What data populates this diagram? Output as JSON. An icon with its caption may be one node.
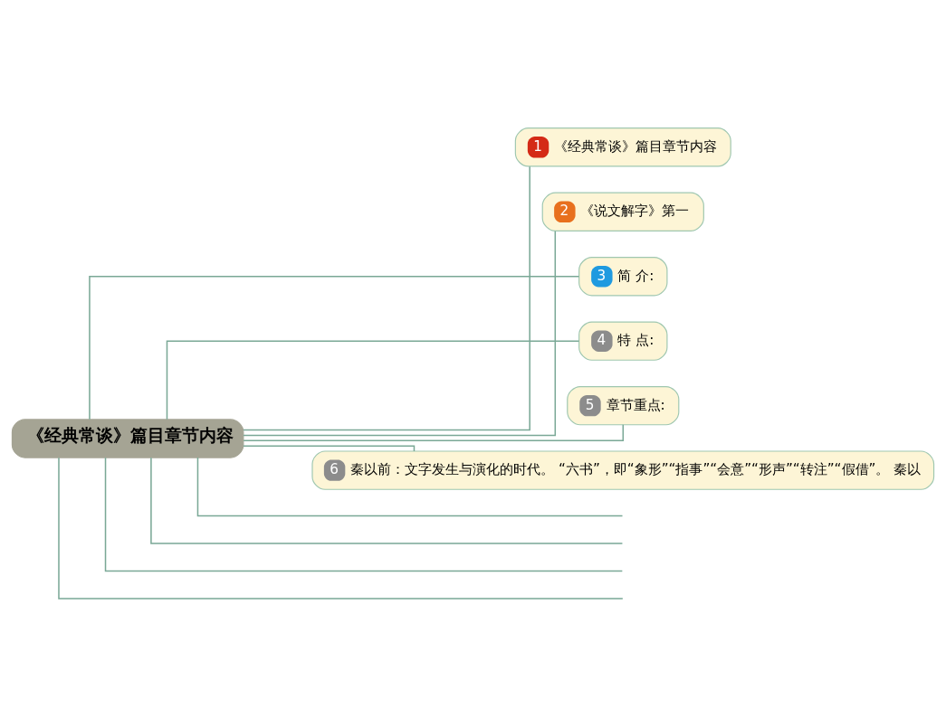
{
  "diagram": {
    "nodes": [
      {
        "text": [
          "《经典常谈》篇目章节内容"
        ]
      },
      {
        "text": [
          "1",
          "《经典常谈》篇目章节内容"
        ]
      },
      {
        "text": [
          "2",
          "《说文解字》第一"
        ]
      },
      {
        "text": [
          "3",
          "简 介:"
        ]
      },
      {
        "text": [
          "4",
          "特 点:"
        ]
      },
      {
        "text": [
          "5",
          "章节重点:"
        ]
      },
      {
        "text": [
          "6",
          "秦以前：文字发生与演化的时代。 “六书”，即“象形”“指事”“会意”“形声”“转注”“假借”。 秦以"
        ]
      }
    ],
    "edges": [
      {
        "from": 0,
        "to": 1,
        "arrow": "none"
      },
      {
        "from": 0,
        "to": 2,
        "arrow": "none"
      },
      {
        "from": 0,
        "to": 3,
        "arrow": "none"
      },
      {
        "from": 0,
        "to": 4,
        "arrow": "none"
      },
      {
        "from": 0,
        "to": 5,
        "arrow": "none"
      },
      {
        "from": 0,
        "to": 6,
        "arrow": "none"
      },
      {
        "from": 0,
        "to": null,
        "arrow": "none"
      },
      {
        "from": 0,
        "to": null,
        "arrow": "none"
      },
      {
        "from": 0,
        "to": null,
        "arrow": "none"
      },
      {
        "from": 0,
        "to": null,
        "arrow": "none"
      }
    ]
  }
}
